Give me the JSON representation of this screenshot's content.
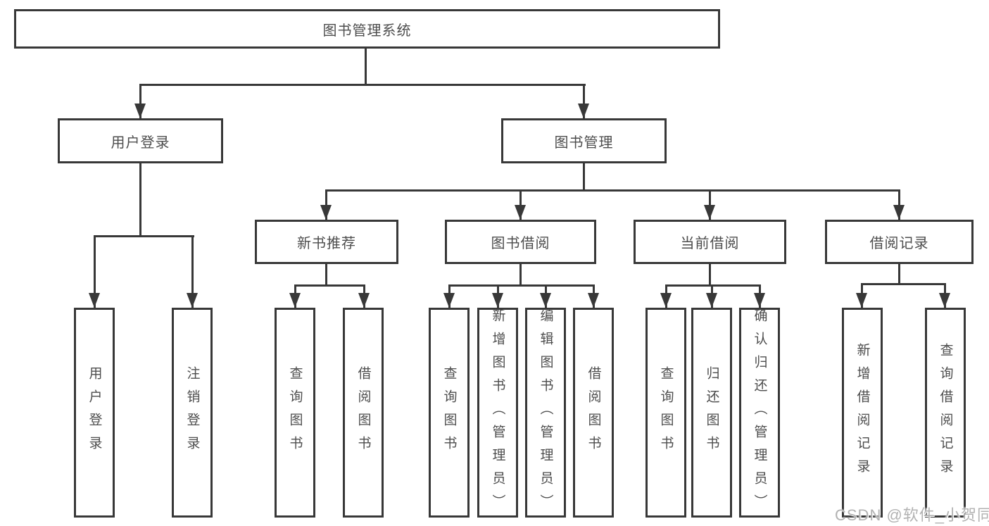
{
  "root": {
    "label": "图书管理系统"
  },
  "level2": {
    "user_login": {
      "label": "用户登录"
    },
    "book_mgmt": {
      "label": "图书管理"
    }
  },
  "level3": {
    "new_books": {
      "label": "新书推荐"
    },
    "book_borrow": {
      "label": "图书借阅"
    },
    "current_borrow": {
      "label": "当前借阅"
    },
    "borrow_records": {
      "label": "借阅记录"
    }
  },
  "leaves": {
    "user_login": [
      "用户登录",
      "注销登录"
    ],
    "new_books": [
      "查询图书",
      "借阅图书"
    ],
    "book_borrow": [
      "查询图书",
      "新增图书（管理员）",
      "编辑图书（管理员）",
      "借阅图书"
    ],
    "current_borrow": [
      "查询图书",
      "归还图书",
      "确认归还（管理员）"
    ],
    "borrow_records": [
      "新增借阅记录",
      "查询借阅记录"
    ]
  },
  "watermark": {
    "text": "CSDN @软件_小贺同学"
  },
  "colors": {
    "line": "#383838",
    "text": "#4d4d4d",
    "watermark": "#b2b2b2",
    "background": "#ffffff"
  }
}
